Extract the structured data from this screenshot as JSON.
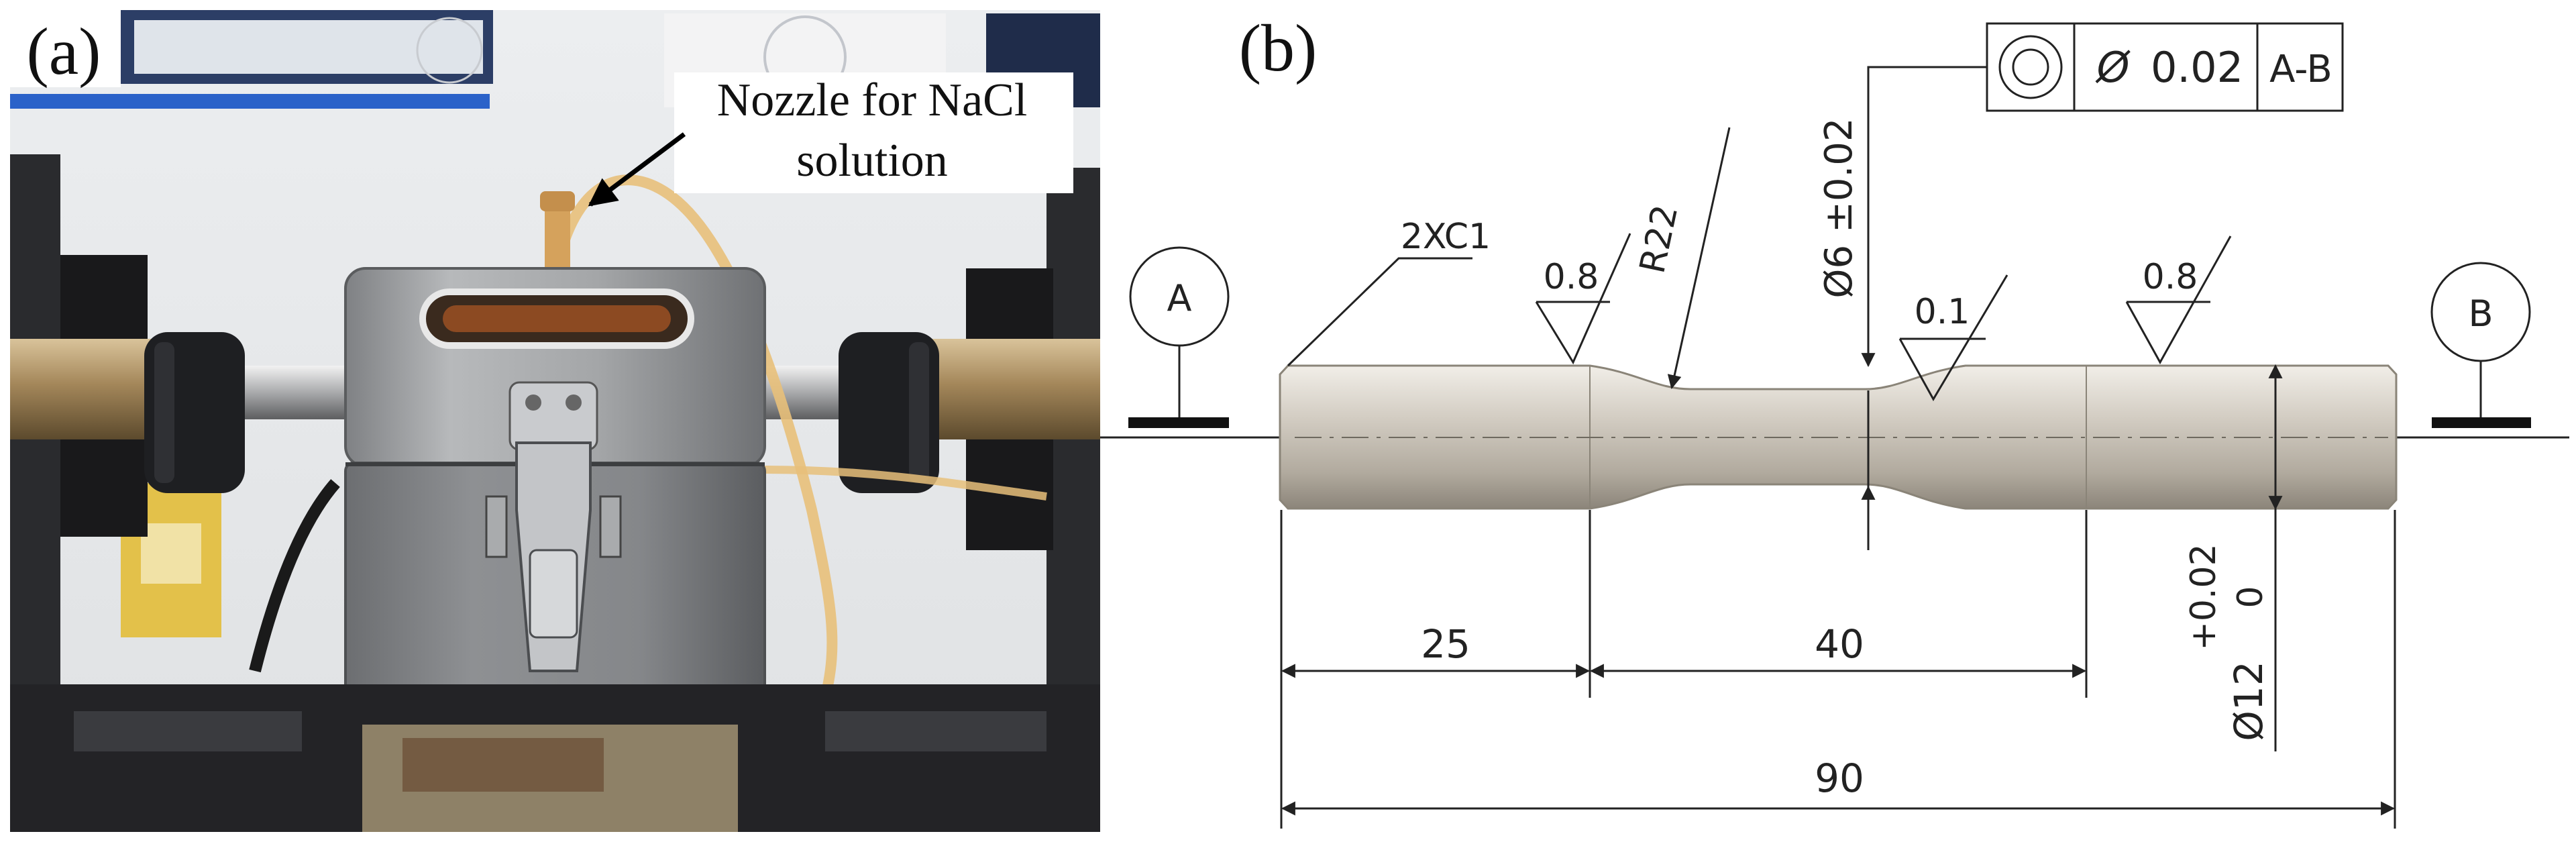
{
  "figure": {
    "panel_a_label": "(a)",
    "panel_b_label": "(b)"
  },
  "photo": {
    "callout_line1": "Nozzle for NaCl",
    "callout_line2": "solution",
    "colors": {
      "background": "#e6e8ea",
      "corrosion_box": "#9c9ea0",
      "clamp": "#1e1f22",
      "brass_rod": "#a4875a",
      "tube": "#e8c07a"
    }
  },
  "drawing": {
    "datum_a": "A",
    "datum_b": "B",
    "tolerance_frame": {
      "symbol": "concentricity",
      "diameter_symbol": "Ø",
      "tolerance": "0.02",
      "datum": "A-B"
    },
    "chamfer": "2XC1",
    "radius": "R22",
    "roughness_left": "0.8",
    "roughness_mid": "0.1",
    "roughness_right": "0.8",
    "gauge_diameter": "Ø6 ±0.02",
    "grip_diameter_nominal": "Ø12",
    "grip_diameter_tol_upper": "+0.02",
    "grip_diameter_tol_lower": "0",
    "dim_grip_length": "25",
    "dim_gauge_length": "40",
    "dim_total_length": "90",
    "colors": {
      "specimen": "#bcb6ac",
      "lines": "#222222"
    }
  }
}
